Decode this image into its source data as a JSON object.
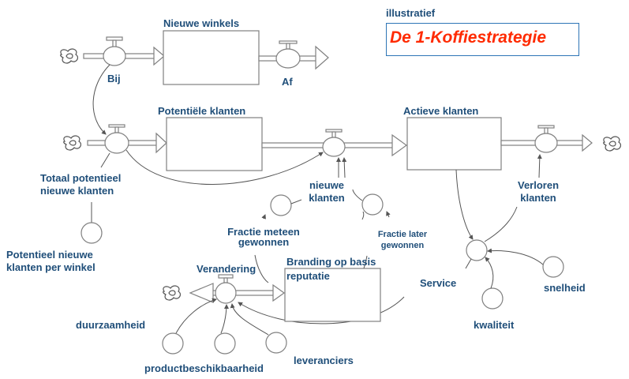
{
  "illustrative_label": "illustratief",
  "title": "De 1-Koffiestrategie",
  "stocks": {
    "nieuwe_winkels": "Nieuwe winkels",
    "potentiele_klanten": "Potentiële klanten",
    "actieve_klanten": "Actieve klanten",
    "branding_line1": "Branding op basis",
    "branding_line2": "reputatie"
  },
  "flows": {
    "bij": "Bij",
    "af": "Af",
    "nieuwe_klanten": "nieuwe klanten",
    "verloren_klanten": "Verloren klanten",
    "verandering": "Verandering"
  },
  "variables": {
    "totaal_potentieel": "Totaal potentieel nieuwe klanten",
    "potentieel_per_winkel": "Potentieel nieuwe klanten per winkel",
    "fractie_meteen": "Fractie meteen gewonnen",
    "fractie_later": "Fractie later gewonnen",
    "service": "Service",
    "snelheid": "snelheid",
    "kwaliteit": "kwaliteit",
    "duurzaamheid": "duurzaamheid",
    "productbeschikbaarheid": "productbeschikbaarheid",
    "leveranciers": "leveranciers"
  }
}
